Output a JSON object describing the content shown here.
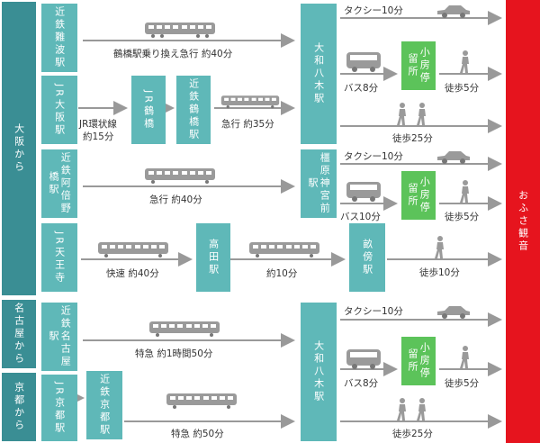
{
  "regions": {
    "osaka": "大阪から",
    "nagoya": "名古屋から",
    "kyoto": "京都から"
  },
  "stations": {
    "kintetsu_namba": "近鉄難波駅",
    "jr_osaka": "JR大阪駅",
    "jr_tsuruhashi": "JR鶴橋",
    "kintetsu_tsuruhashi": "近鉄鶴橋駅",
    "kintetsu_abenobashi": "近鉄阿倍野橋駅",
    "jr_tennoji": "JR天王寺",
    "takada": "高田駅",
    "yamato_yagi": "大和八木駅",
    "kashihara_jingumae": "橿原神宮前駅",
    "unebi": "畝傍駅",
    "kintetsu_nagoya": "近鉄名古屋駅",
    "jr_kyoto": "JR京都駅",
    "kintetsu_kyoto": "近鉄京都駅"
  },
  "stop": "小房停留所",
  "destination": "おふさ観音",
  "routes": {
    "namba": "鶴橋駅乗り換え急行 約40分",
    "jr_loop_1": "JR環状線",
    "jr_loop_2": "約15分",
    "tsuruhashi_express": "急行 約35分",
    "abeno_express": "急行 約40分",
    "rapid": "快速 約40分",
    "takada_time": "約10分",
    "nagoya_ltd": "特急 約1時間50分",
    "kyoto_ltd": "特急 約50分"
  },
  "access": {
    "taxi": "タクシー10分",
    "bus8": "バス8分",
    "bus10": "バス10分",
    "walk5": "徒歩5分",
    "walk10": "徒歩10分",
    "walk25": "徒歩25分"
  },
  "colors": {
    "region": "#3a8e94",
    "station": "#5fb8b8",
    "stop": "#5cc35a",
    "destination": "#e6141e",
    "arrow": "#999999"
  },
  "icons": [
    "train-icon",
    "car-icon",
    "bus-icon",
    "walker-icon"
  ]
}
